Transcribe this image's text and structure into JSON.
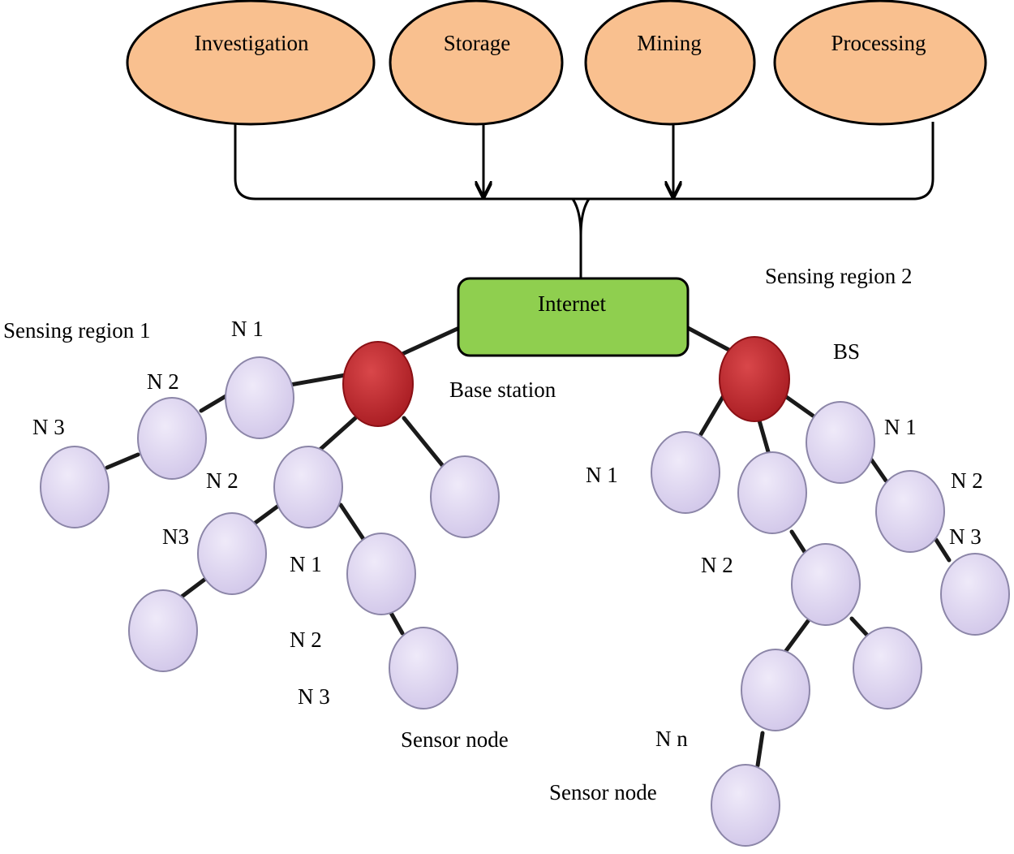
{
  "top_processes": [
    "Investigation",
    "Storage",
    "Mining",
    "Processing"
  ],
  "internet_label": "Internet",
  "region1": {
    "title": "Sensing region 1",
    "base_station_label": "Base station",
    "labels": {
      "n1_top": "N 1",
      "n2_upper": "N 2",
      "n3_left": "N 3",
      "n2_mid": "N 2",
      "n3_mid": "N3",
      "n1_low": "N 1",
      "n2_low": "N 2",
      "n3_low": "N 3",
      "sensor_node": "Sensor node"
    }
  },
  "region2": {
    "title": "Sensing region 2",
    "base_station_label": "BS",
    "labels": {
      "n1_right": "N 1",
      "n2_right": "N 2",
      "n3_right": "N 3",
      "n1_left": "N 1",
      "n2_mid": "N 2",
      "nn": "N n",
      "sensor_node": "Sensor node"
    }
  },
  "colors": {
    "process_fill": "#f9c08f",
    "internet_fill": "#8fcf4f",
    "base_station_fill": "#c0272d",
    "sensor_fill": "#ddd5f0",
    "line": "#000000"
  }
}
